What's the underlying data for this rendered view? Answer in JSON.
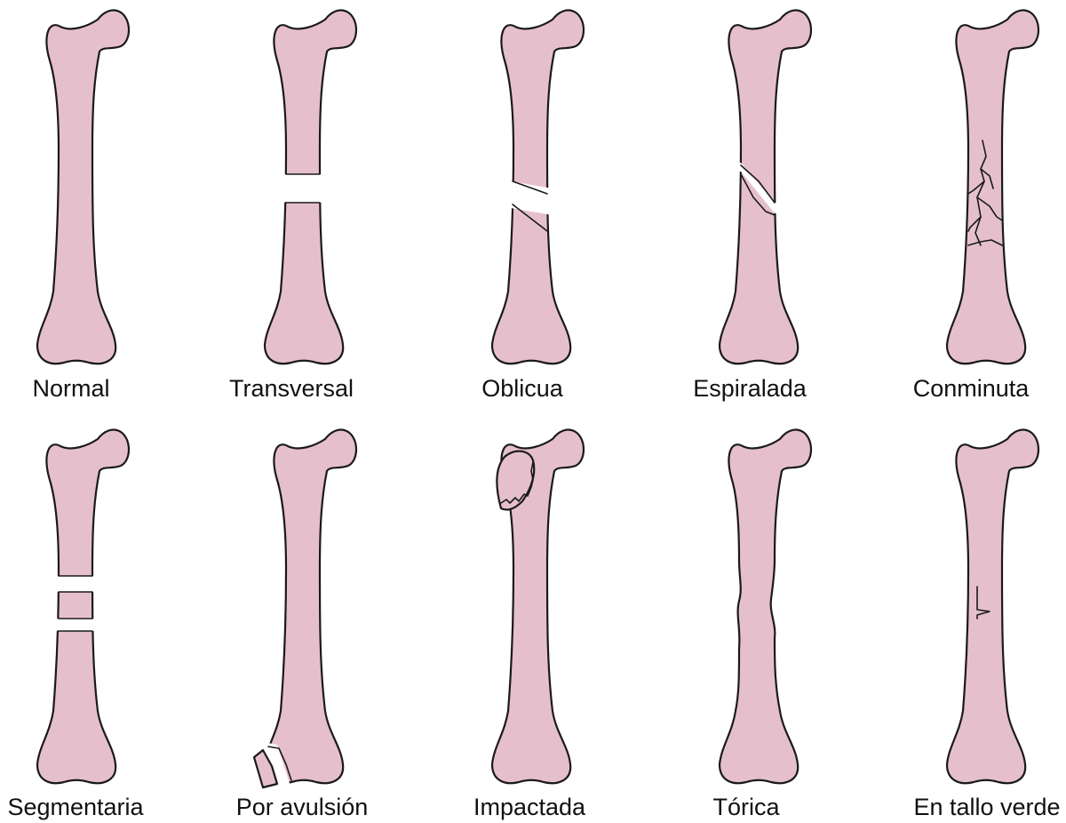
{
  "colors": {
    "bone_fill": "#e6bfcd",
    "outline": "#1a1a1a",
    "label_text": "#111111"
  },
  "fracture_types": [
    {
      "id": "normal",
      "label": "Normal"
    },
    {
      "id": "transversal",
      "label": "Transversal"
    },
    {
      "id": "oblicua",
      "label": "Oblicua"
    },
    {
      "id": "espiralada",
      "label": "Espiralada"
    },
    {
      "id": "conminuta",
      "label": "Conminuta"
    },
    {
      "id": "segmentaria",
      "label": "Segmentaria"
    },
    {
      "id": "por-avulsion",
      "label": "Por avulsión"
    },
    {
      "id": "impactada",
      "label": "Impactada"
    },
    {
      "id": "torica",
      "label": "Tórica"
    },
    {
      "id": "en-tallo-verde",
      "label": "En tallo verde"
    }
  ]
}
